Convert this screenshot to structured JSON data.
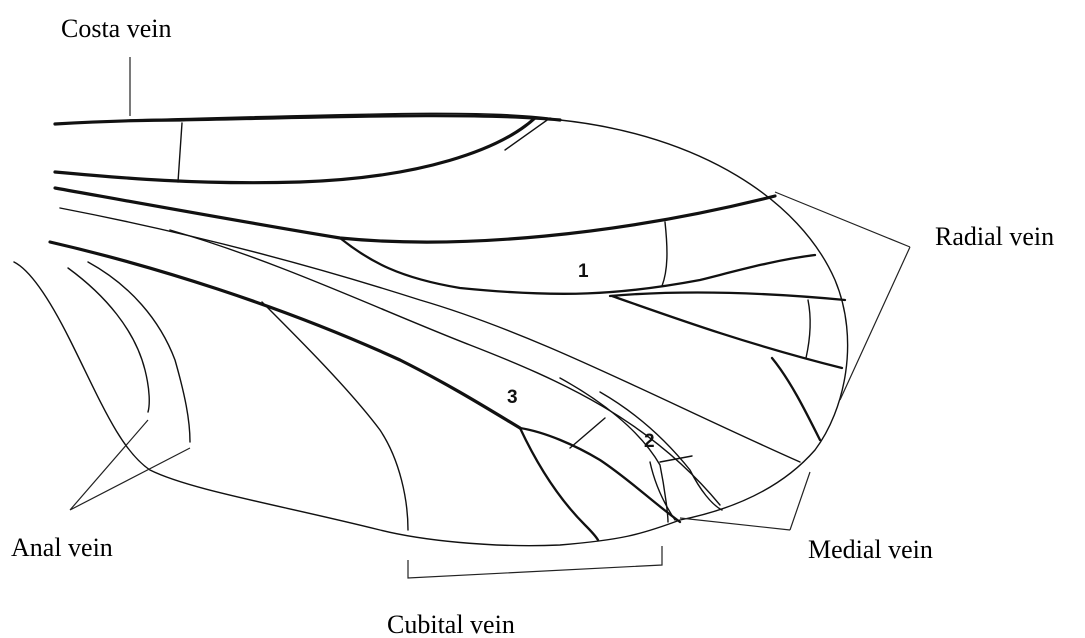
{
  "labels": {
    "costa": "Costa vein",
    "radial": "Radial vein",
    "anal": "Anal vein",
    "medial": "Medial vein",
    "cubital": "Cubital vein"
  },
  "cells": [
    "1",
    "2",
    "3"
  ]
}
